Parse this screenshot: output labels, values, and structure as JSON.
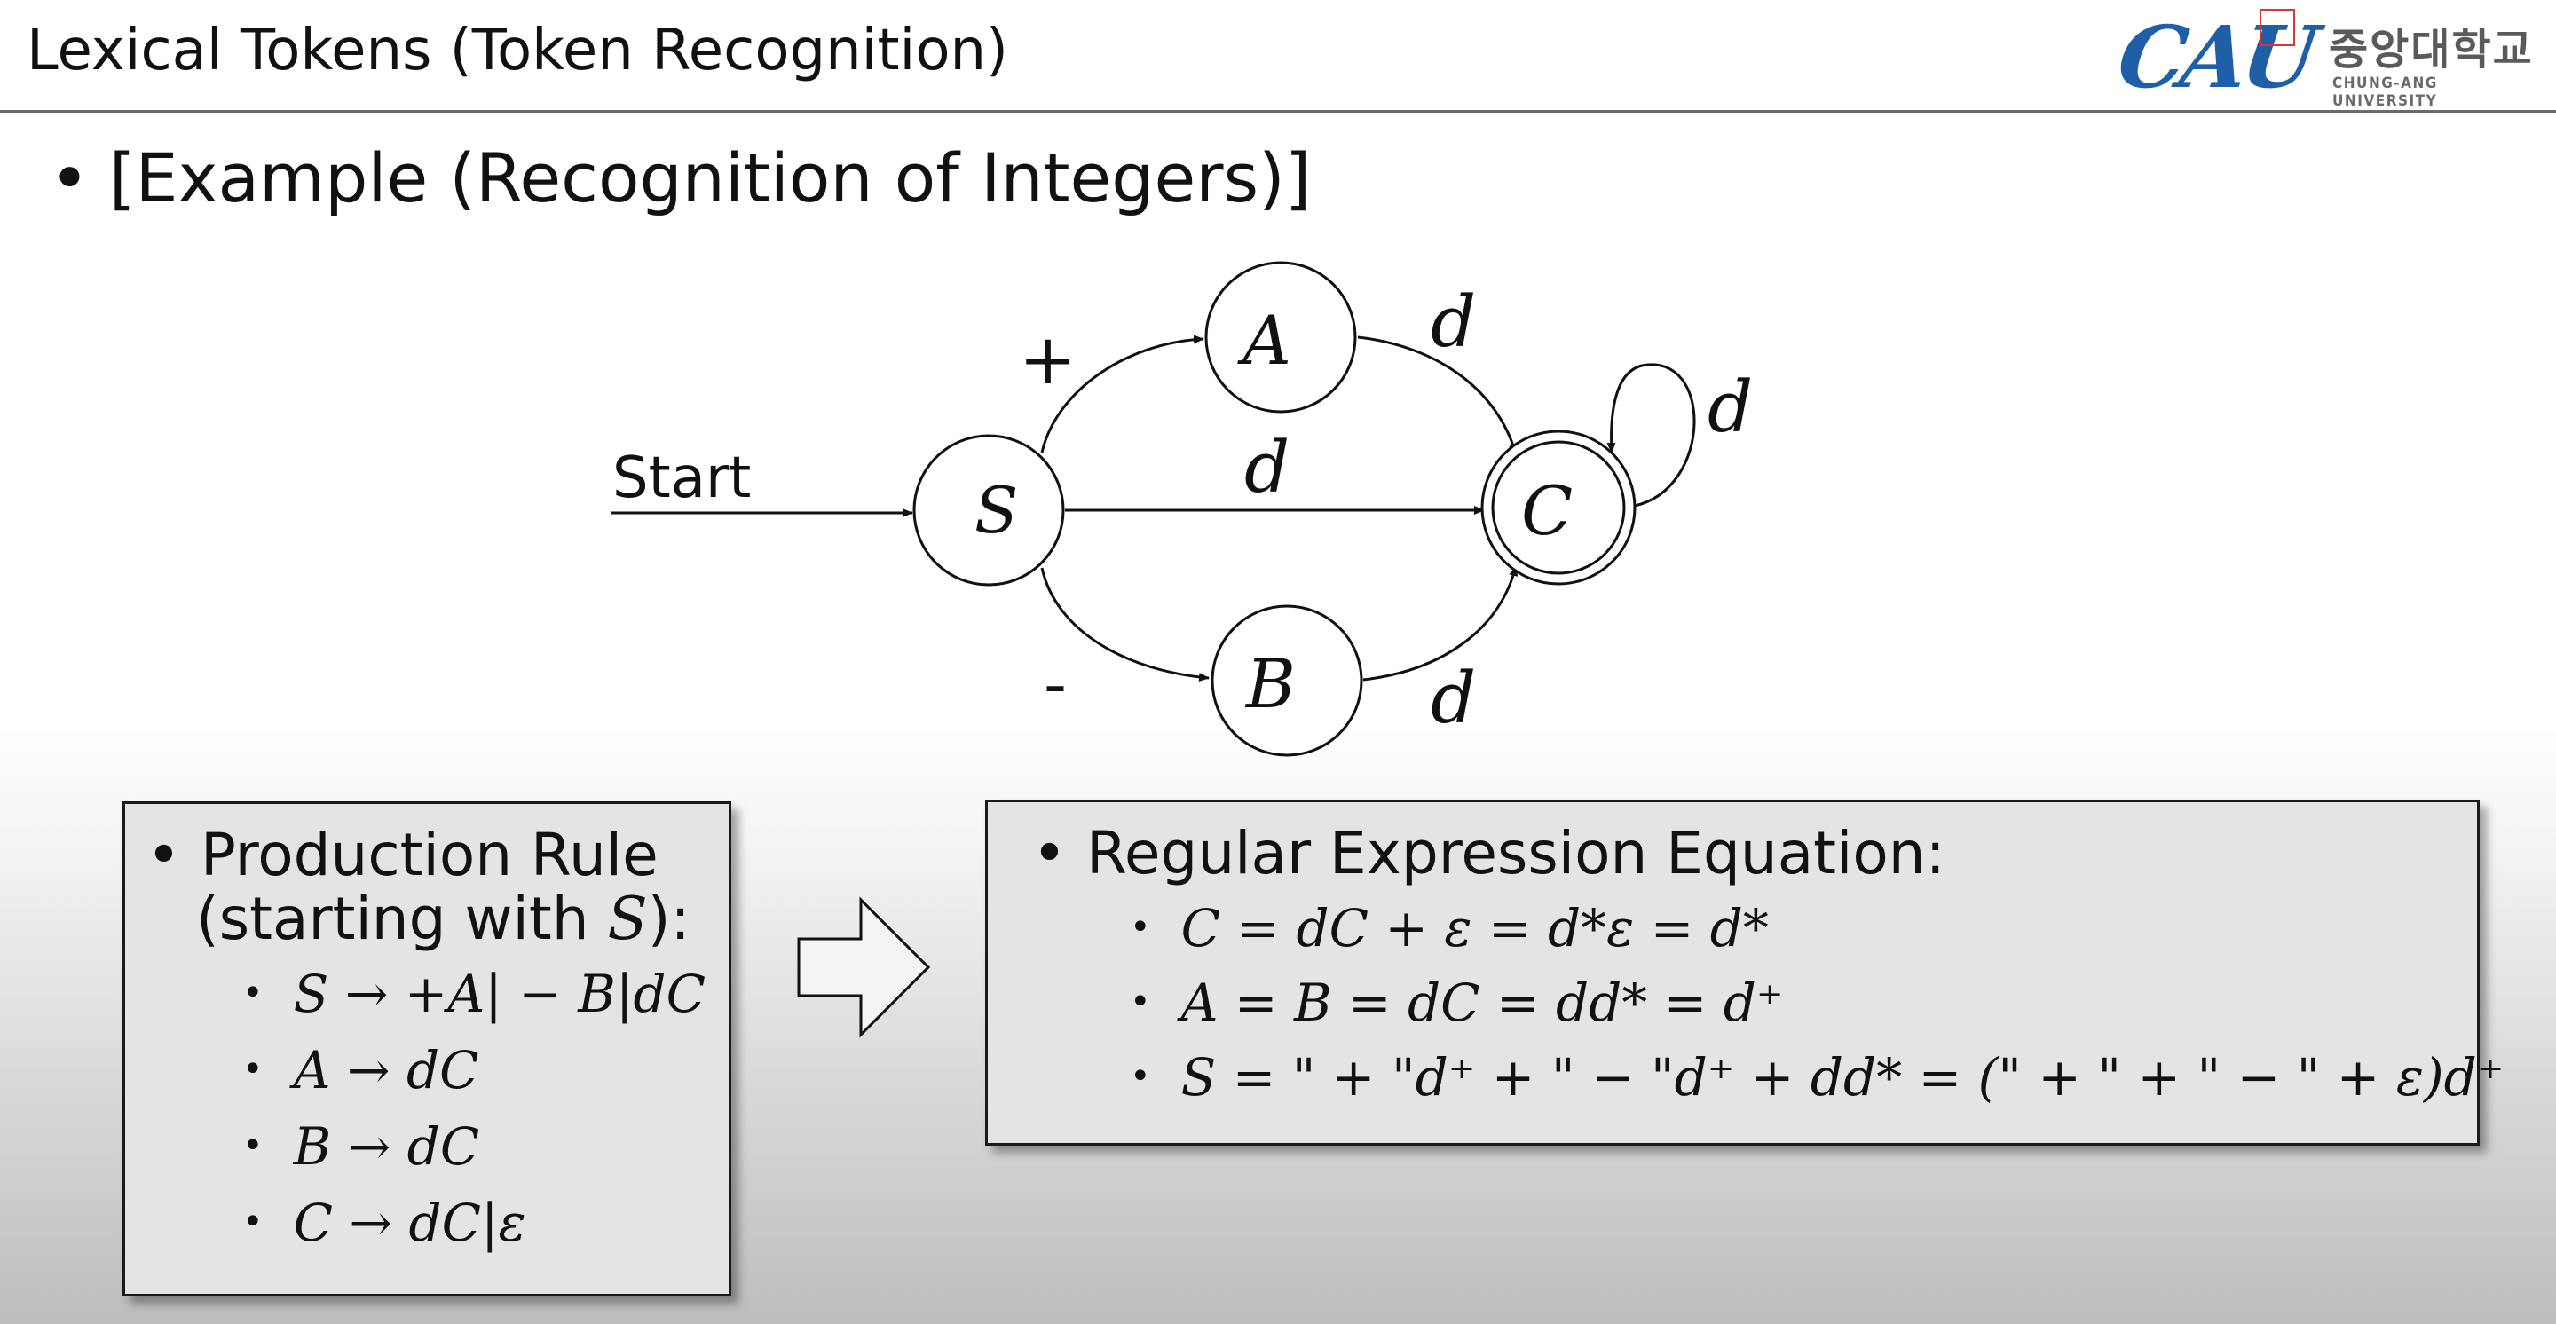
{
  "header": {
    "title": "Lexical Tokens (Token Recognition)",
    "logo_text": "CAU",
    "logo_korean": "중앙대학교",
    "logo_english": "CHUNG-ANG UNIVERSITY"
  },
  "bullet": {
    "marker": "•",
    "text": "[Example (Recognition of Integers)]"
  },
  "diagram": {
    "start_label": "Start",
    "states": {
      "S": "S",
      "A": "A",
      "B": "B",
      "C": "C"
    },
    "edges": {
      "s_to_a": "+",
      "s_to_b": "-",
      "s_to_c": "d",
      "a_to_c": "d",
      "b_to_c": "d",
      "c_loop": "d"
    }
  },
  "production": {
    "heading_line1": "Production Rule",
    "heading_line2_prefix": "(starting with ",
    "heading_line2_var": "S",
    "heading_line2_suffix": "):",
    "rules": [
      "S → +A| − B|dC",
      "A → dC",
      "B → dC",
      "C → dC|ε"
    ]
  },
  "regex": {
    "heading": "Regular Expression Equation:",
    "equations": [
      "C = dC + ε = d*ε = d*",
      "A = B = dC = dd* = d⁺",
      "S = \" + \"d⁺ + \" − \"d⁺ + dd* = (\" + \" + \" − \" + ε)d⁺"
    ]
  }
}
